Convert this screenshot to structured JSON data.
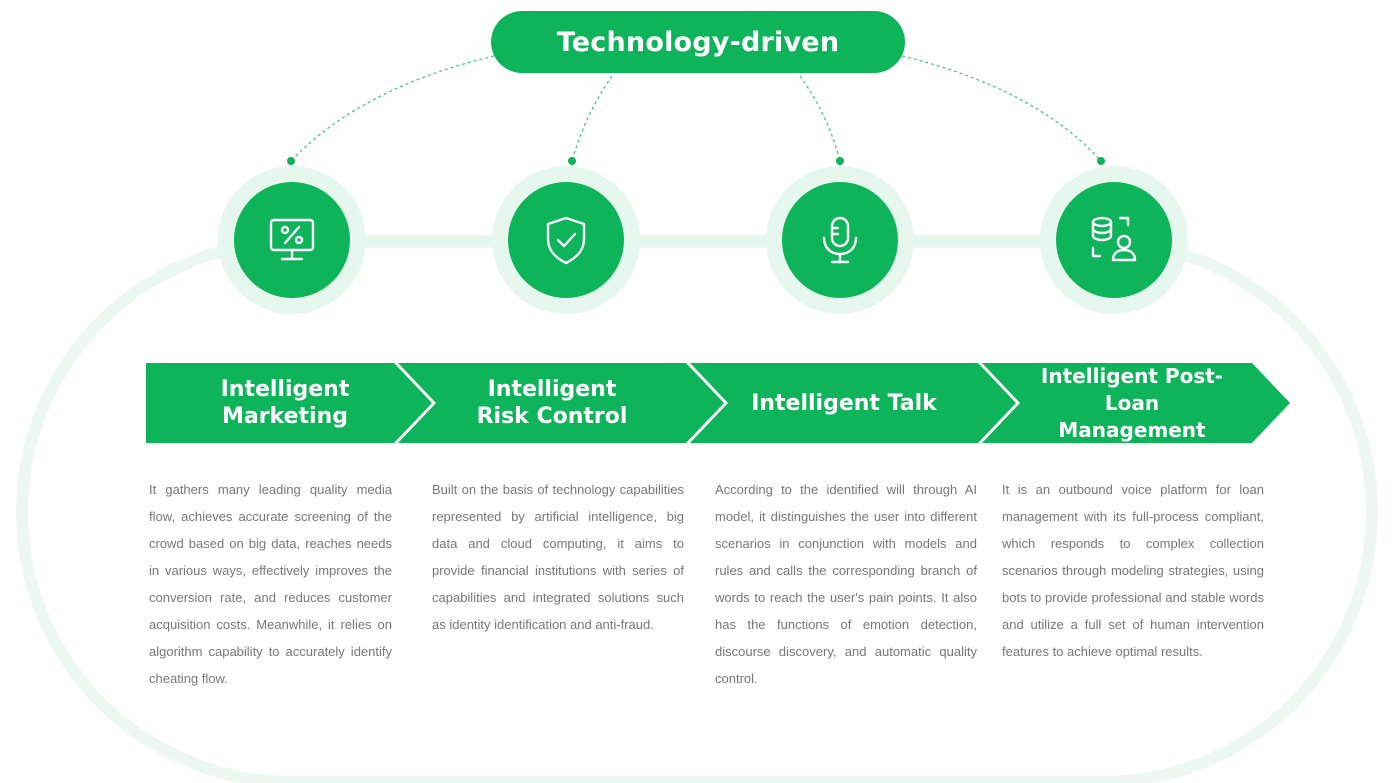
{
  "header": {
    "title": "Technology-driven"
  },
  "colors": {
    "primary": "#0db45a",
    "ring": "#e6f7ed",
    "frame": "#edf8f1",
    "text": "#777777"
  },
  "stages": [
    {
      "icon": "discount-monitor-icon",
      "title": "Intelligent\nMarketing",
      "description": "It gathers many leading quality media flow, achieves accurate screening of the crowd based on big data, reaches needs in various ways, effectively improves the conversion rate, and reduces customer acquisition costs. Meanwhile, it relies on algorithm capability to accurately identify cheating flow."
    },
    {
      "icon": "shield-check-icon",
      "title": "Intelligent\nRisk Control",
      "description": "Built on the basis of technology capabilities represented by artificial intelligence, big data and cloud computing, it aims to provide financial institutions with series of capabilities and integrated solutions such as identity identification and anti-fraud."
    },
    {
      "icon": "microphone-icon",
      "title": "Intelligent Talk",
      "description": "According to the identified will through AI model, it distinguishes the user into different scenarios in conjunction with models and rules and calls the corresponding branch of words to reach the user's pain points. It also has the functions of emotion detection, discourse discovery, and automatic quality control."
    },
    {
      "icon": "database-user-icon",
      "title": "Intelligent Post-Loan\nManagement",
      "description": "It is an outbound voice platform for loan management with its full-process compliant, which responds to complex collection scenarios through modeling strategies, using bots to provide professional and stable words and utilize a full set of human intervention features to achieve optimal results."
    }
  ]
}
